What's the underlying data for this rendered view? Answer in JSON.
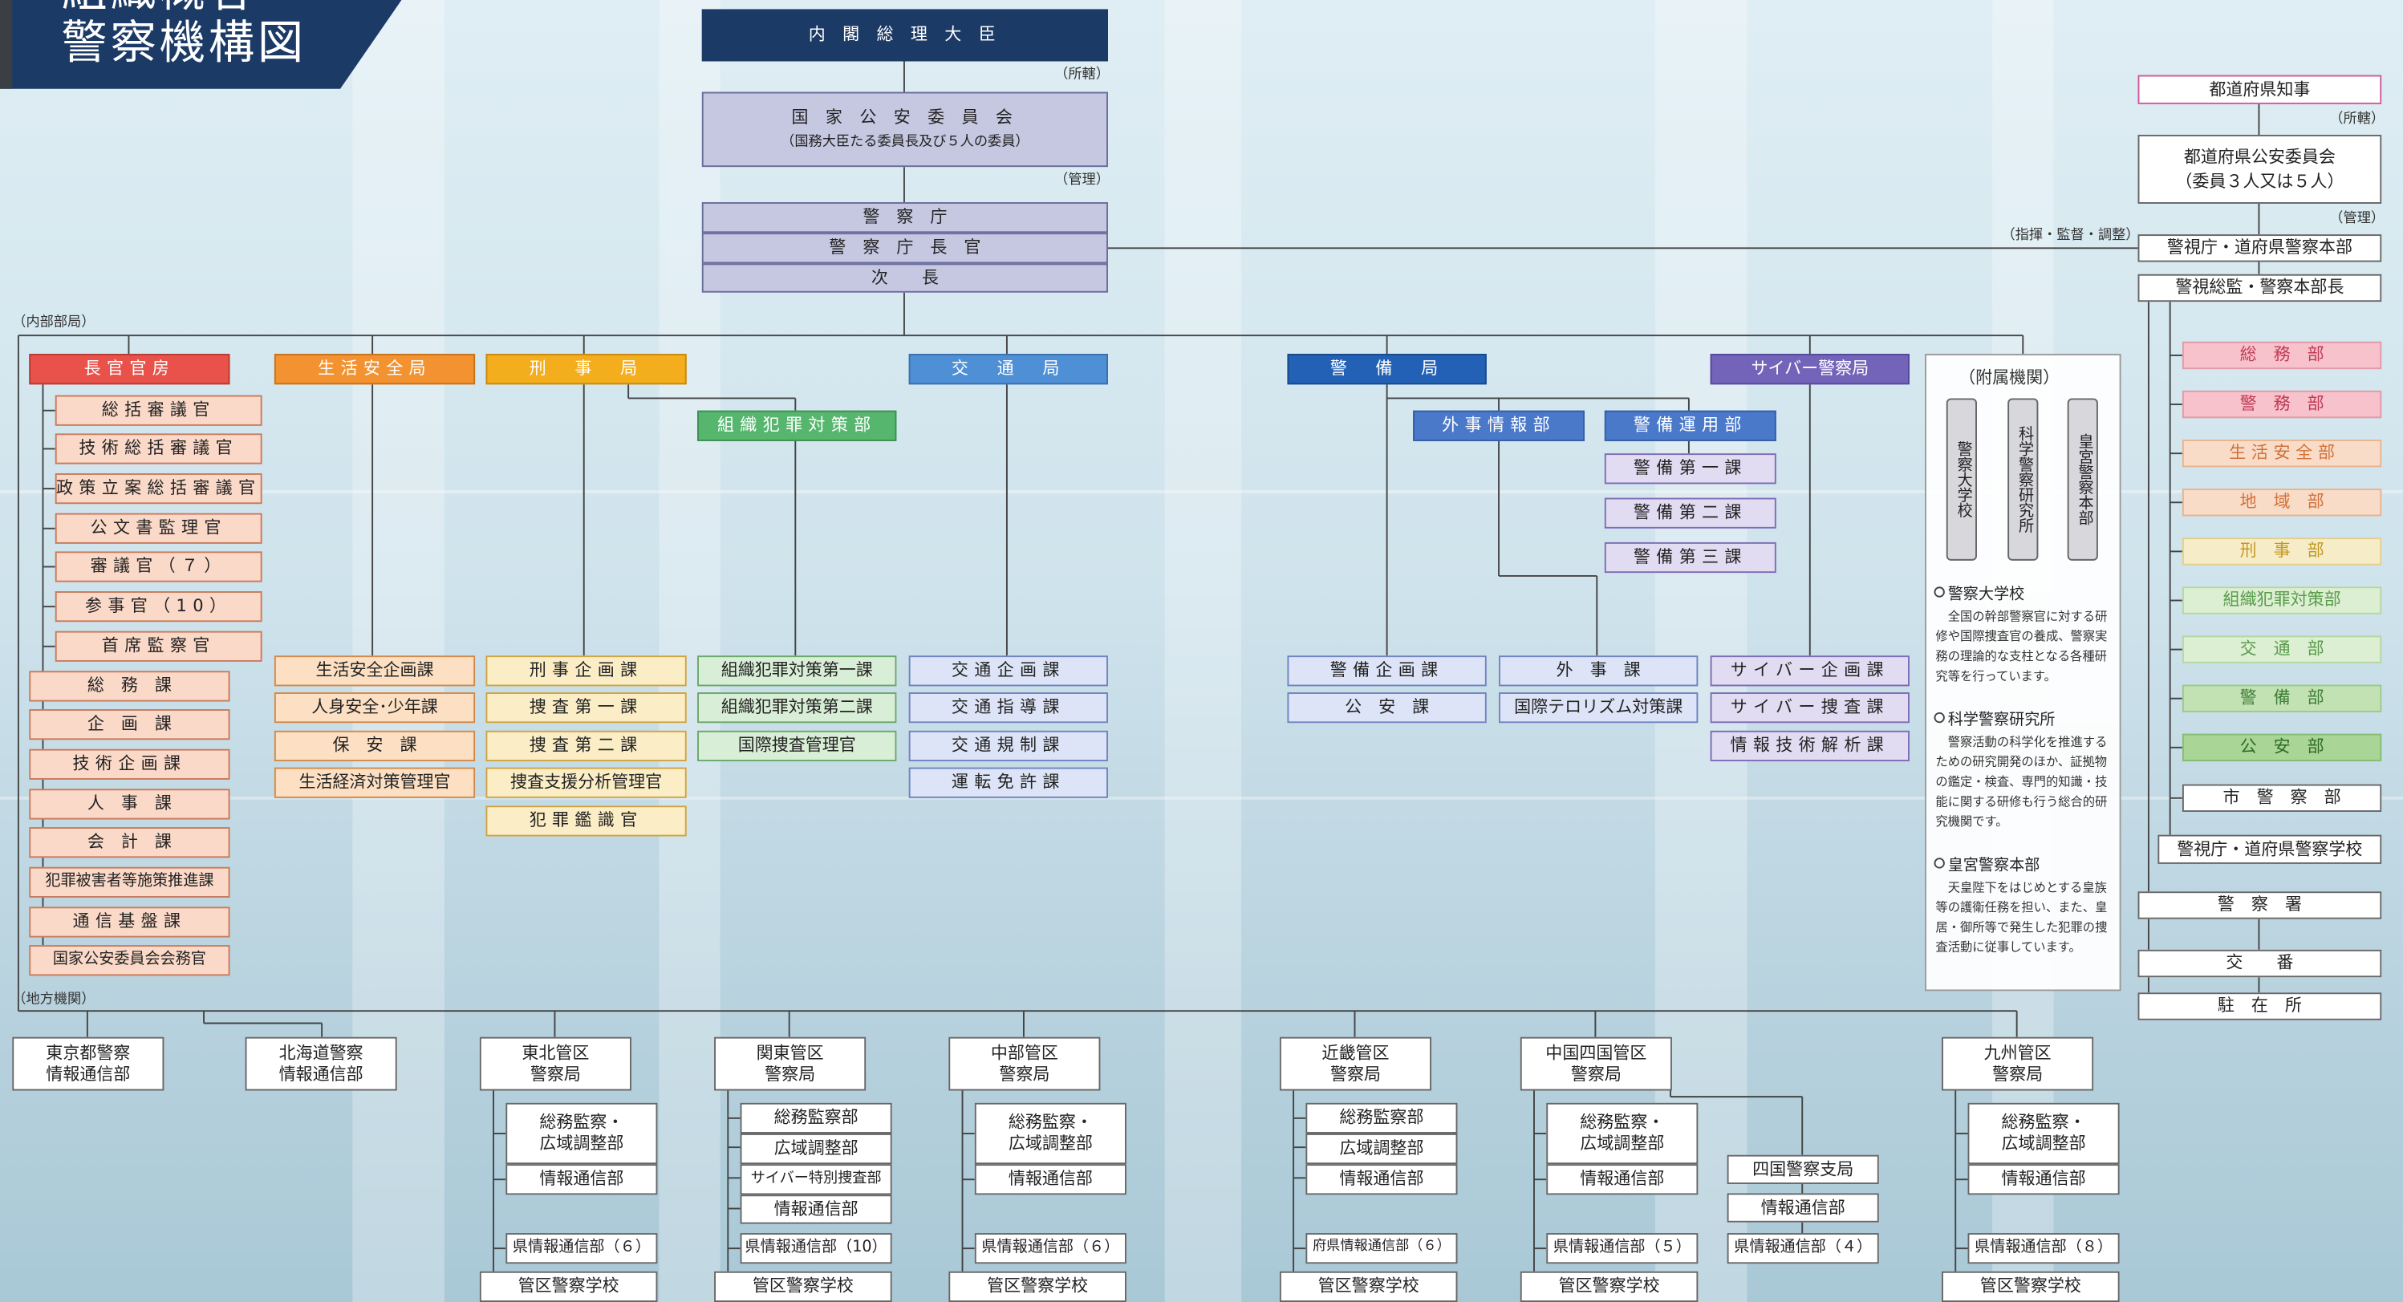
{
  "header": {
    "title_line1": "組織概容",
    "title_line2": "警察機構図"
  },
  "national": {
    "pm": "内 閣 総 理 大 臣",
    "rel_jurisdiction": "（所轄）",
    "npsc_name": "国 家 公 安 委 員 会",
    "npsc_note": "（国務大臣たる委員長及び５人の委員）",
    "rel_management": "（管理）",
    "npa": "警　察　庁",
    "commissioner": "警　察　庁　長　官",
    "deputy": "次　　長",
    "internal_label": "（内部部局）",
    "rel_direction": "（指揮・監督・調整）"
  },
  "bureaus": {
    "secretariat": {
      "name": "長官官房",
      "officers": [
        "総括審議官",
        "技術総括審議官",
        "政策立案総括審議官",
        "公文書監理官",
        "審議官（７）",
        "参事官（10）",
        "首席監察官"
      ],
      "divisions": [
        "総　務　課",
        "企　画　課",
        "技術企画課",
        "人　事　課",
        "会　計　課",
        "犯罪被害者等施策推進課",
        "通信基盤課",
        "国家公安委員会会務官"
      ]
    },
    "community_safety": {
      "name": "生活安全局",
      "divisions": [
        "生活安全企画課",
        "人身安全･少年課",
        "保　安　課",
        "生活経済対策管理官"
      ]
    },
    "criminal": {
      "name": "刑　事　局",
      "divisions": [
        "刑事企画課",
        "捜査第一課",
        "捜査第二課",
        "捜査支援分析管理官",
        "犯罪鑑識官"
      ]
    },
    "organized_crime": {
      "name": "組織犯罪対策部",
      "divisions": [
        "組織犯罪対策第一課",
        "組織犯罪対策第二課",
        "国際捜査管理官"
      ]
    },
    "traffic": {
      "name": "交　通　局",
      "divisions": [
        "交通企画課",
        "交通指導課",
        "交通規制課",
        "運転免許課"
      ]
    },
    "security": {
      "name": "警　備　局",
      "divisions": [
        "警備企画課",
        "公　安　課"
      ]
    },
    "foreign": {
      "name": "外事情報部",
      "divisions": [
        "外　事　課",
        "国際テロリズム対策課"
      ]
    },
    "security_ops": {
      "name": "警備運用部",
      "divisions": [
        "警備第一課",
        "警備第二課",
        "警備第三課"
      ]
    },
    "cyber": {
      "name": "サイバー警察局",
      "divisions": [
        "サイバー企画課",
        "サイバー捜査課",
        "情報技術解析課"
      ]
    }
  },
  "affiliated": {
    "title": "（附属機関）",
    "vertical": [
      "警察大学校",
      "科学警察研究所",
      "皇宮警察本部"
    ],
    "descriptions": [
      {
        "name": "警察大学校",
        "text": "全国の幹部警察官に対する研修や国際捜査官の養成、警察実務の理論的な支柱となる各種研究等を行っています。"
      },
      {
        "name": "科学警察研究所",
        "text": "警察活動の科学化を推進するための研究開発のほか、証拠物の鑑定・検査、専門的知識・技能に関する研修も行う総合的研究機関です。"
      },
      {
        "name": "皇宮警察本部",
        "text": "天皇陛下をはじめとする皇族等の護衛任務を担い、また、皇居・御所等で発生した犯罪の捜査活動に従事しています。"
      }
    ]
  },
  "prefecture": {
    "governor": "都道府県知事",
    "rel_jurisdiction": "（所轄）",
    "ppsc_line1": "都道府県公安委員会",
    "ppsc_line2": "（委員３人又は５人）",
    "rel_management": "（管理）",
    "hq": "警視庁・道府県警察本部",
    "chief": "警視総監・警察本部長",
    "departments": [
      "総　務　部",
      "警　務　部",
      "生 活 安 全 部",
      "地　域　部",
      "刑　事　部",
      "組織犯罪対策部",
      "交　通　部",
      "警　備　部",
      "公　安　部"
    ],
    "city_police": "市　警　察　部",
    "school": "警視庁・道府県警察学校",
    "station": "警　察　署",
    "koban": "交　　番",
    "chuzaisho": "駐　在　所"
  },
  "regional": {
    "label": "（地方機関）",
    "tokyo": [
      "東京都警察",
      "情報通信部"
    ],
    "hokkaido": [
      "北海道警察",
      "情報通信部"
    ],
    "bureaus": [
      {
        "region": "東北管区",
        "suffix": "警察局",
        "units": [
          "総務監察・\n広域調整部",
          "情報通信部"
        ],
        "prefectural": "県情報通信部（６）",
        "school": "管区警察学校"
      },
      {
        "region": "関東管区",
        "suffix": "警察局",
        "units": [
          "総務監察部",
          "広域調整部",
          "サイバー特別捜査部",
          "情報通信部"
        ],
        "prefectural": "県情報通信部（10）",
        "school": "管区警察学校"
      },
      {
        "region": "中部管区",
        "suffix": "警察局",
        "units": [
          "総務監察・\n広域調整部",
          "情報通信部"
        ],
        "prefectural": "県情報通信部（６）",
        "school": "管区警察学校"
      },
      {
        "region": "近畿管区",
        "suffix": "警察局",
        "units": [
          "総務監察部",
          "広域調整部",
          "情報通信部"
        ],
        "prefectural": "府県情報通信部（６）",
        "school": "管区警察学校"
      },
      {
        "region": "中国四国管区",
        "suffix": "警察局",
        "units": [
          "総務監察・\n広域調整部",
          "情報通信部"
        ],
        "prefectural": "県情報通信部（５）",
        "school": "管区警察学校"
      },
      {
        "region": "九州管区",
        "suffix": "警察局",
        "units": [
          "総務監察・\n広域調整部",
          "情報通信部"
        ],
        "prefectural": "県情報通信部（８）",
        "school": "管区警察学校"
      }
    ],
    "shikoku": {
      "name": "四国警察支局",
      "unit": "情報通信部",
      "prefectural": "県情報通信部（４）"
    }
  }
}
